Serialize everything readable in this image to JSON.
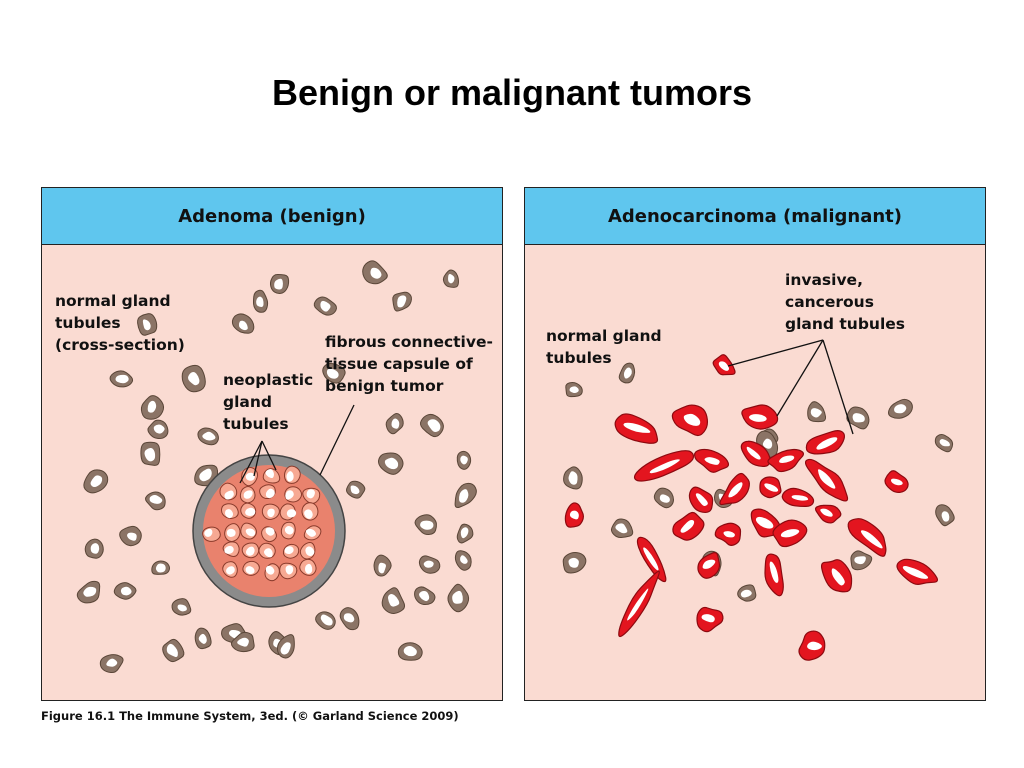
{
  "title": "Benign or malignant tumors",
  "left_panel": {
    "header": "Adenoma (benign)",
    "label_normal": "normal gland\ntubules\n(cross-section)",
    "label_neoplastic": "neoplastic\ngland\ntubules",
    "label_capsule": "fibrous connective-\ntissue capsule of\nbenign tumor"
  },
  "right_panel": {
    "header": "Adenocarcinoma (malignant)",
    "label_normal": "normal gland\ntubules",
    "label_invasive": "invasive,\ncancerous\ngland tubules"
  },
  "caption": "Figure 16.1 The Immune System, 3ed. (© Garland Science 2009)",
  "colors": {
    "header_blue": "#5fc6ee",
    "panel_pink": "#fadbd2",
    "tubule_brown": "#8b7466",
    "neoplastic_salmon": "#f4937c",
    "capsule_gray": "#8b8b8b",
    "malignant_red": "#e3151f"
  }
}
